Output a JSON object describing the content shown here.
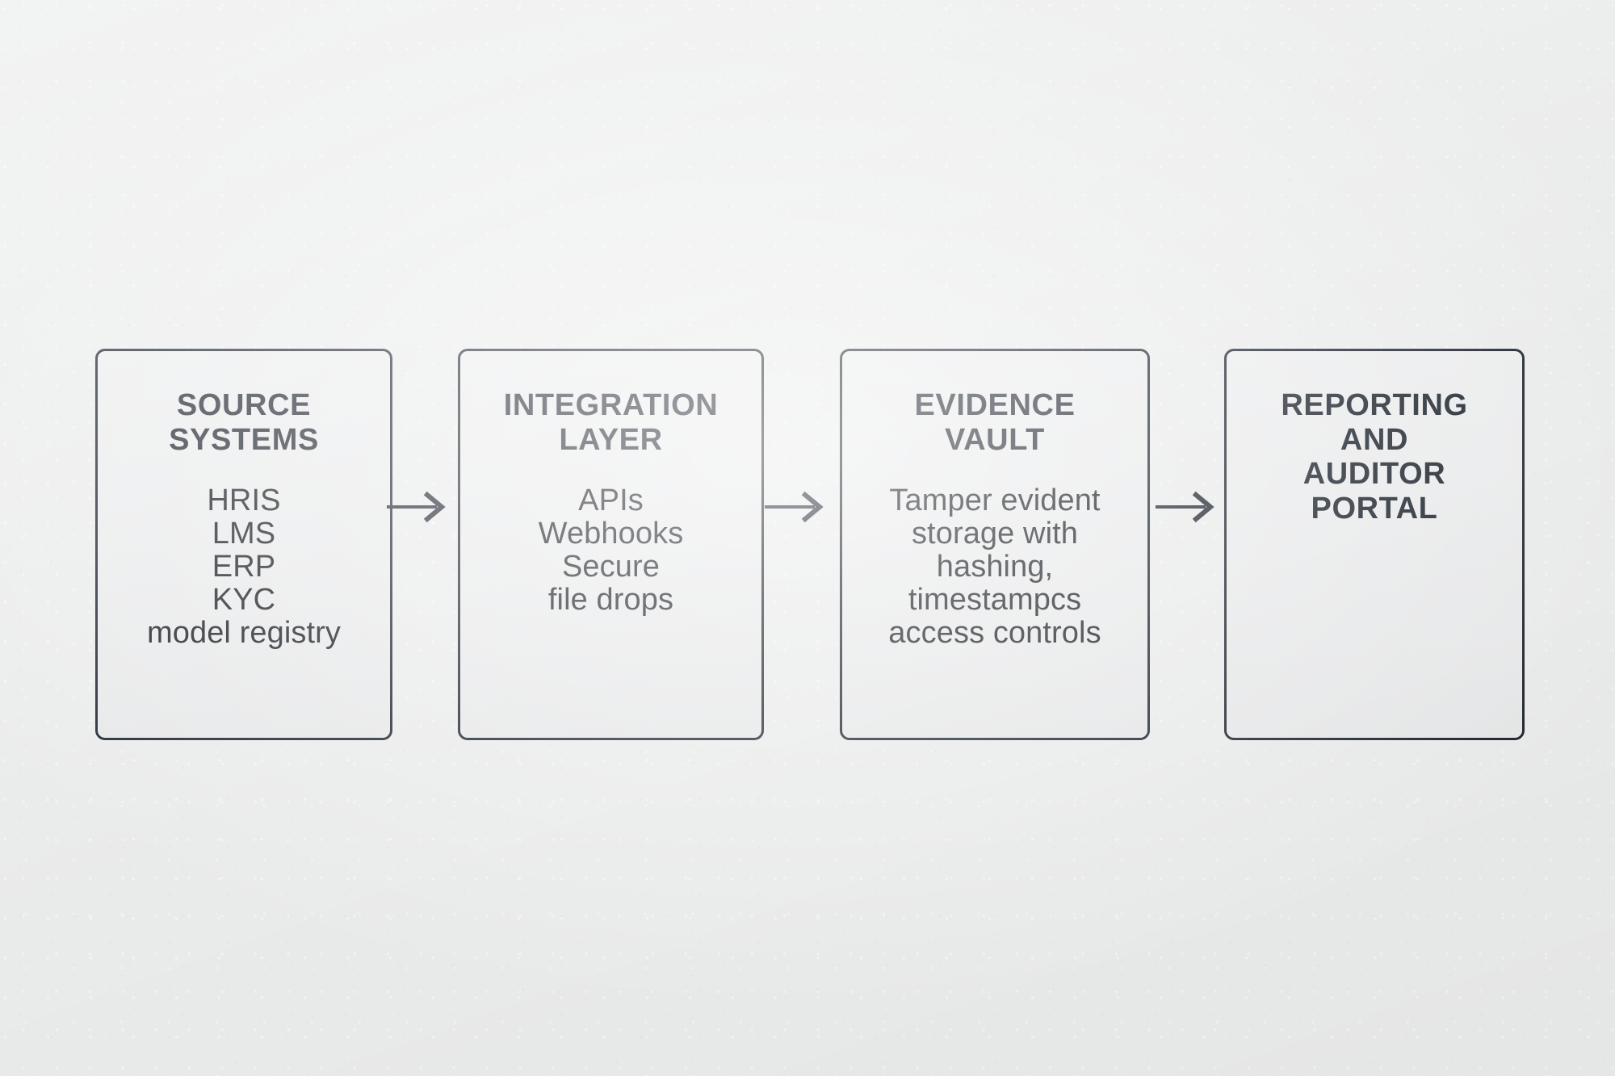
{
  "diagram": {
    "type": "linear-flow",
    "orientation": "horizontal",
    "background_color": "#eceded",
    "stroke_color": "#1b222c",
    "text_color": "#14181e",
    "node_count": 4,
    "arrow_count": 3,
    "nodes": [
      {
        "id": "source-systems",
        "title": "SOURCE\nSYSTEMS",
        "body": "HRIS\nLMS\nERP\nKYC\nmodel registry",
        "items": [
          "HRIS",
          "LMS",
          "ERP",
          "KYC",
          "model registry"
        ]
      },
      {
        "id": "integration-layer",
        "title": "INTEGRATION\nLAYER",
        "body": "APIs\nWebhooks\nSecure\nfile drops",
        "items": [
          "APIs",
          "Webhooks",
          "Secure",
          "file drops"
        ]
      },
      {
        "id": "evidence-vault",
        "title": "EVIDENCE\nVAULT",
        "body": "Tamper evident\nstorage with\nhashing,\ntimestampcs\naccess controls",
        "items": [
          "Tamper evident",
          "storage with",
          "hashing,",
          "timestampcs",
          "access controls"
        ]
      },
      {
        "id": "reporting-and-auditor-portal",
        "title": "REPORTING\nAND\nAUDITOR\nPORTAL",
        "body": "",
        "items": []
      }
    ],
    "arrows": [
      {
        "id": "arrow-source-to-integration",
        "from": "source-systems",
        "to": "integration-layer",
        "icon": "arrow-right-icon"
      },
      {
        "id": "arrow-integration-to-vault",
        "from": "integration-layer",
        "to": "evidence-vault",
        "icon": "arrow-right-icon"
      },
      {
        "id": "arrow-vault-to-reporting",
        "from": "evidence-vault",
        "to": "reporting-and-auditor-portal",
        "icon": "arrow-right-icon"
      }
    ]
  }
}
